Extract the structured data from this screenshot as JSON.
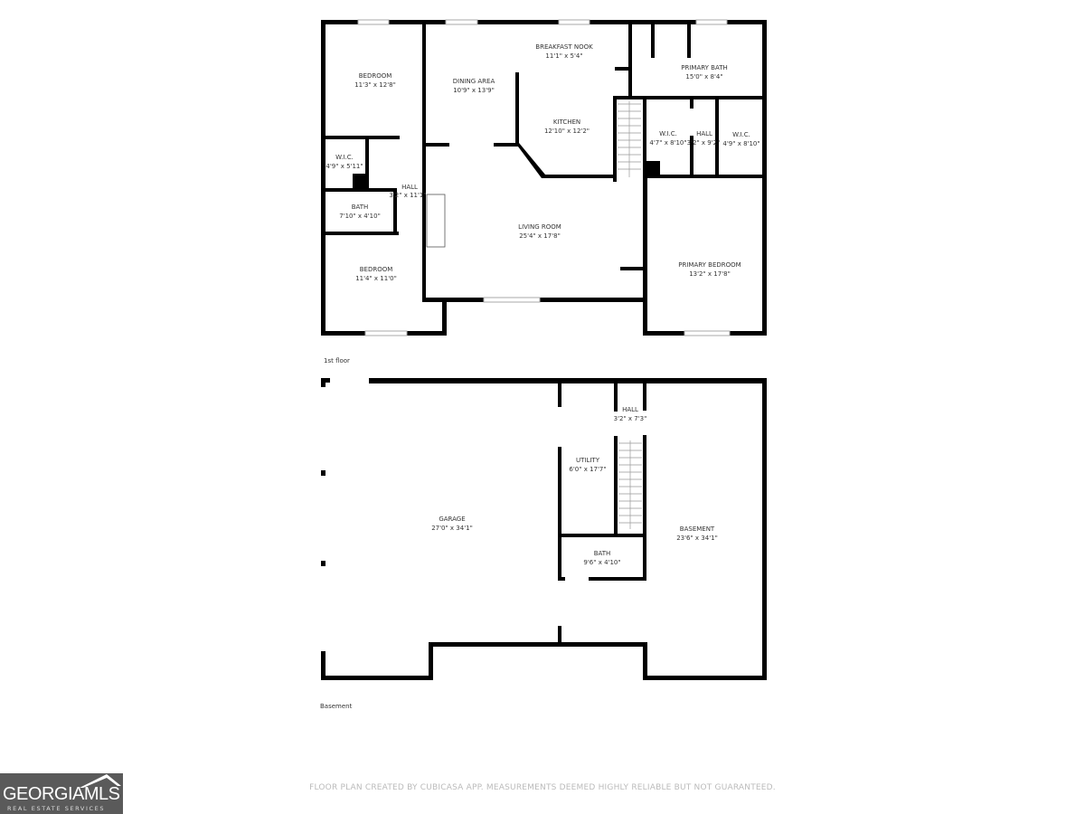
{
  "floors": [
    {
      "name": "1st floor",
      "rooms": [
        {
          "name": "BEDROOM",
          "size": "11'3\" x 12'8\""
        },
        {
          "name": "DINING AREA",
          "size": "10'9\" x 13'9\""
        },
        {
          "name": "BREAKFAST NOOK",
          "size": "11'1\" x 5'4\""
        },
        {
          "name": "KITCHEN",
          "size": "12'10\" x 12'2\""
        },
        {
          "name": "PRIMARY BATH",
          "size": "15'0\" x 8'4\""
        },
        {
          "name": "W.I.C.",
          "size": "4'9\" x 5'11\""
        },
        {
          "name": "HALL",
          "size": "3'2\" x 11'1\""
        },
        {
          "name": "BATH",
          "size": "7'10\" x 4'10\""
        },
        {
          "name": "LIVING ROOM",
          "size": "25'4\" x 17'8\""
        },
        {
          "name": "BEDROOM",
          "size": "11'4\" x 11'0\""
        },
        {
          "name": "W.I.C.",
          "size": "4'7\" x 8'10\""
        },
        {
          "name": "HALL",
          "size": "3'2\" x 9'2\""
        },
        {
          "name": "W.I.C.",
          "size": "4'9\" x 8'10\""
        },
        {
          "name": "PRIMARY BEDROOM",
          "size": "13'2\" x 17'8\""
        }
      ]
    },
    {
      "name": "Basement",
      "rooms": [
        {
          "name": "GARAGE",
          "size": "27'0\" x 34'1\""
        },
        {
          "name": "HALL",
          "size": "3'2\" x 7'3\""
        },
        {
          "name": "UTILITY",
          "size": "6'0\" x 17'7\""
        },
        {
          "name": "BATH",
          "size": "9'6\" x 4'10\""
        },
        {
          "name": "BASEMENT",
          "size": "23'6\" x 34'1\""
        }
      ]
    }
  ],
  "footer_note": "FLOOR PLAN CREATED BY CUBICASA APP. MEASUREMENTS DEEMED HIGHLY RELIABLE BUT NOT GUARANTEED.",
  "logo": {
    "name": "GEORGIAMLS",
    "tagline": "REAL ESTATE SERVICES"
  }
}
